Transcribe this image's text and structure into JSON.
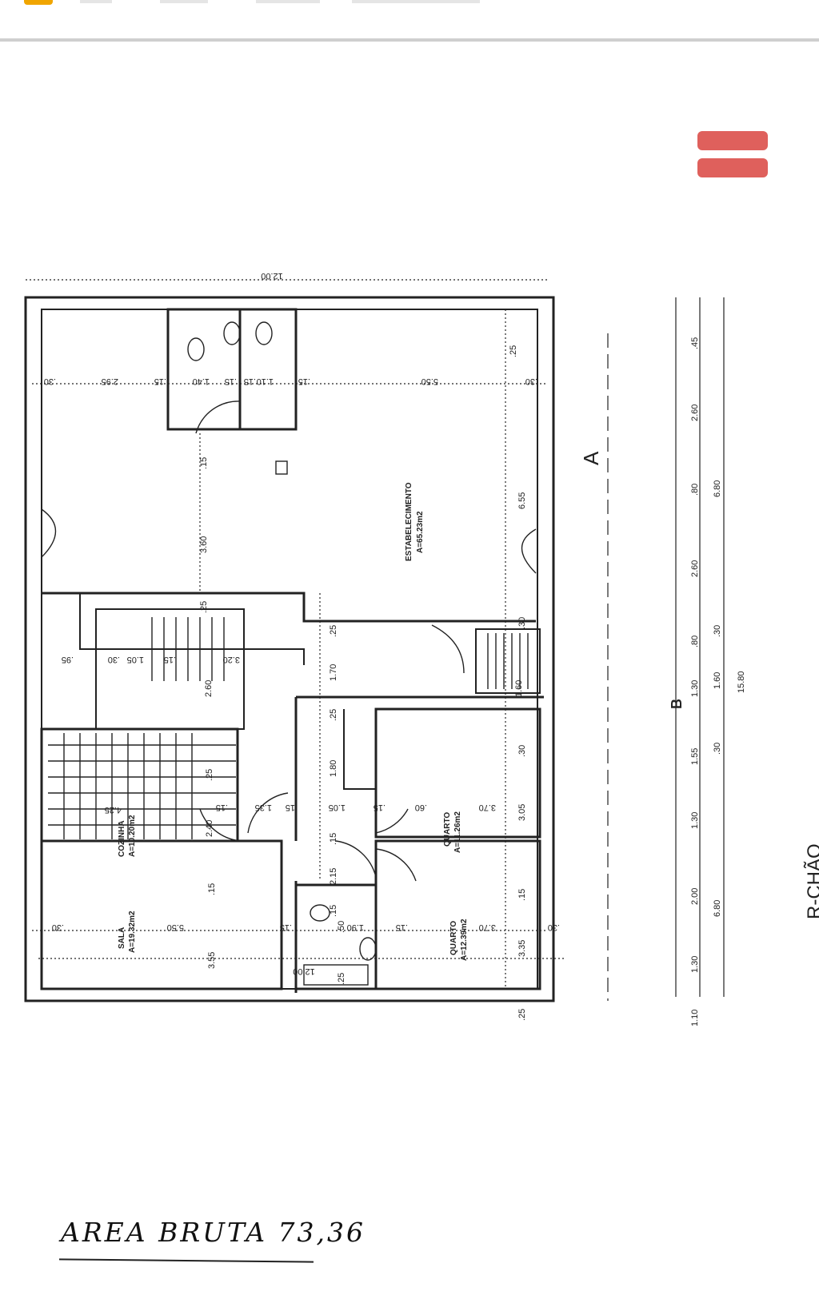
{
  "floor_label": "R-CHÃO",
  "area_note": "AREA BRUTA 73,36",
  "overall_width": "12.00",
  "direction_marks": {
    "a": "A",
    "b": "B"
  },
  "rooms": {
    "estabelecimento": {
      "name": "ESTABELECIMENTO",
      "area": "A=65.23m2"
    },
    "cozinha": {
      "name": "COZINHA",
      "area": "A=10.20m2"
    },
    "sala": {
      "name": "SALA",
      "area": "A=19.32m2"
    },
    "quarto1": {
      "name": "QUARTO",
      "area": "A=11.26m2"
    },
    "quarto2": {
      "name": "QUARTO",
      "area": "A=12.39m2"
    }
  },
  "dims": {
    "top_row": [
      ".30",
      "2.95",
      ".15",
      "1.40",
      ".15",
      "1.10",
      ".15",
      ".15",
      "5.50",
      ".30"
    ],
    "est_col": [
      ".25",
      "6.55",
      ".30"
    ],
    "mid_col": [
      ".15",
      "3.60",
      ".25"
    ],
    "stair_row": [
      "3.20",
      ".15",
      "1.05",
      ".30",
      ".95"
    ],
    "stair_col": [
      "2.60",
      ".25",
      "1.70",
      ".25"
    ],
    "landing": "1.60",
    "cozinha_row": [
      "4.25",
      ".25",
      ".15",
      "2.40"
    ],
    "hall_row": [
      "1.35",
      ".15",
      "1.05",
      ".15",
      ".60",
      "3.70"
    ],
    "hall_col": [
      "1.80",
      ".15",
      "2.15",
      ".15"
    ],
    "quarto_col": [
      ".30",
      "3.05",
      ".15",
      "3.35",
      ".25"
    ],
    "sala_row": [
      ".30",
      "5.50",
      ".15",
      "1.90",
      ".15",
      "3.70",
      ".30"
    ],
    "sala_col": [
      ".15",
      "3.55"
    ],
    "bath": [
      ".50",
      ".25"
    ]
  },
  "right_chain": {
    "row1": [
      ".45",
      "2.60",
      ".80",
      "2.60",
      ".80",
      "1.30",
      "1.55",
      "1.30",
      "2.00",
      "1.30",
      "1.10"
    ],
    "row2": [
      "6.80",
      ".30",
      "1.60",
      ".30",
      "6.80"
    ],
    "row3": [
      "15.80"
    ]
  },
  "colors": {
    "ink": "#222222",
    "stamp": "#d9443f",
    "topbar_chip": "#f0a500"
  }
}
